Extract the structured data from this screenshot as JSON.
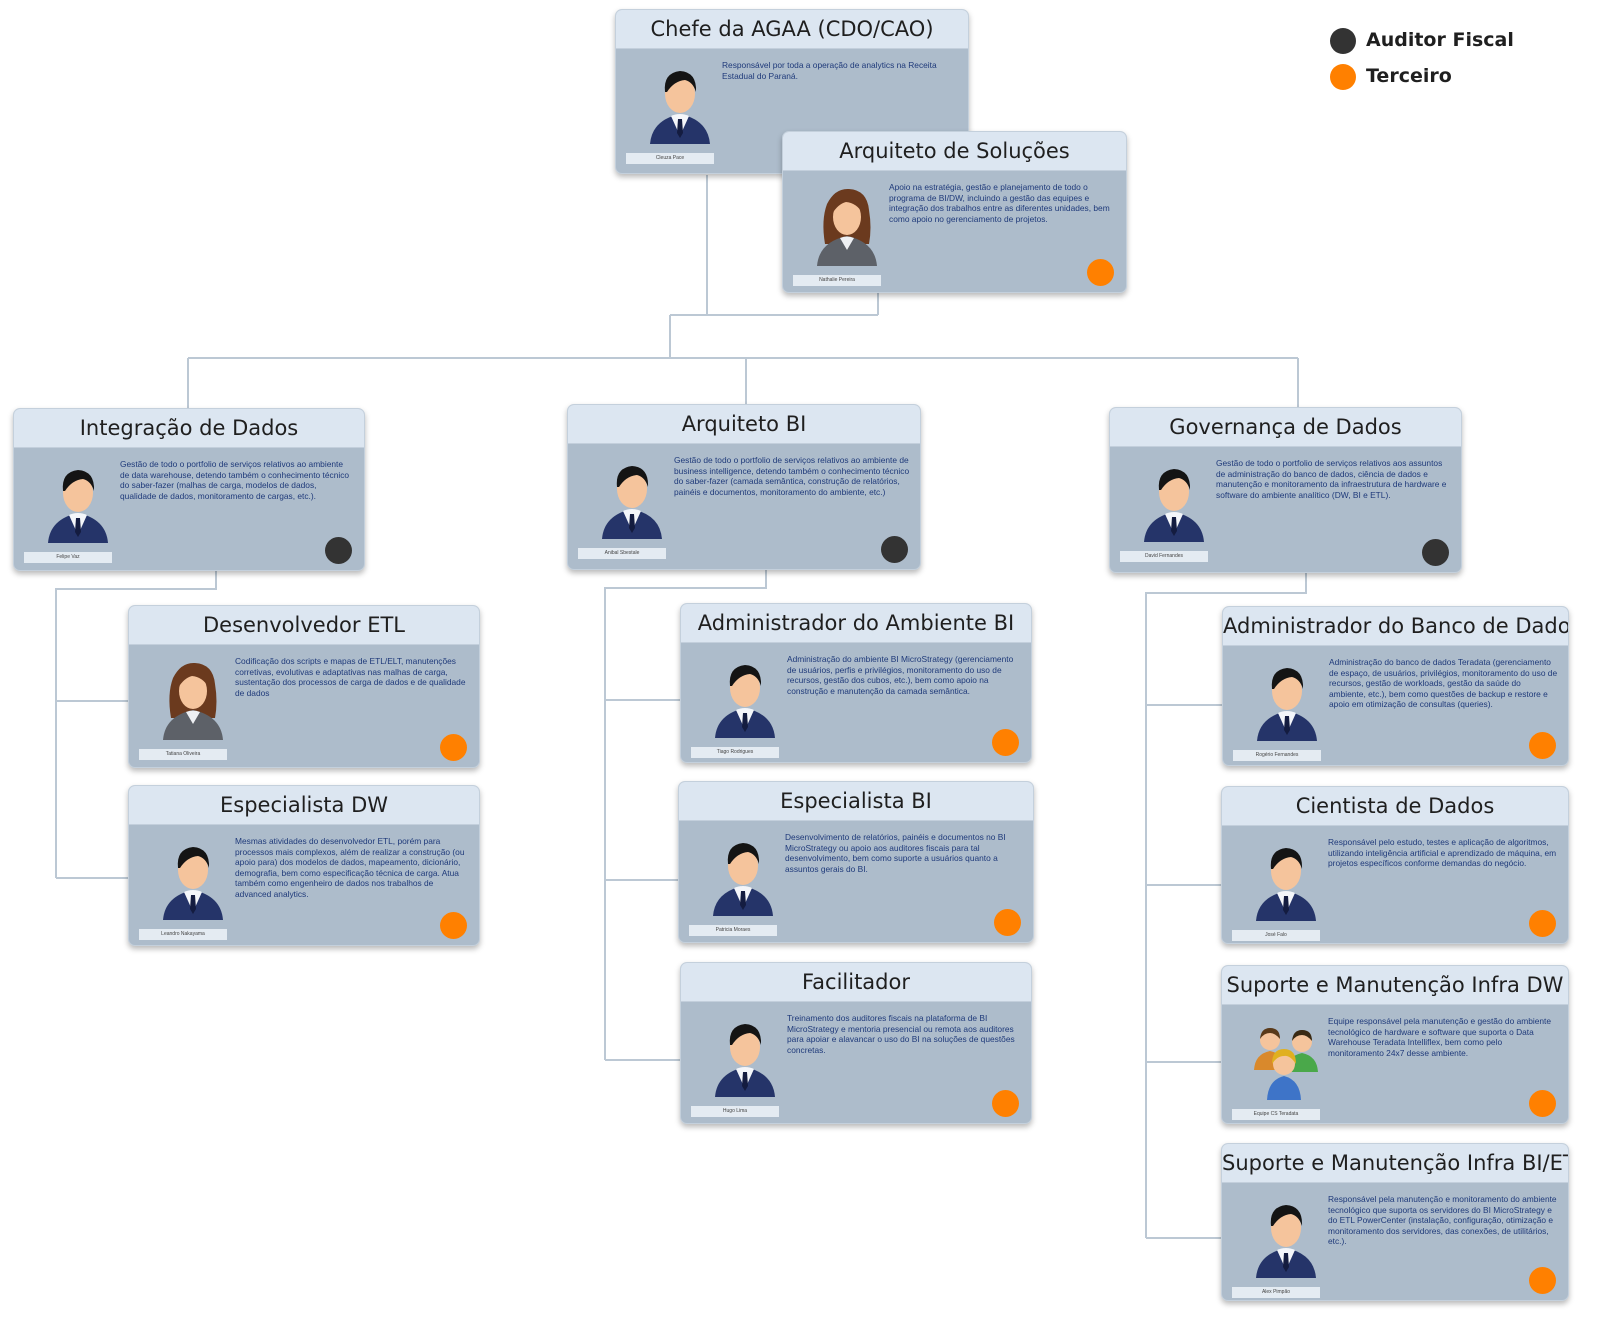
{
  "legend": {
    "items": [
      {
        "label": "Auditor Fiscal",
        "color": "#333333"
      },
      {
        "label": "Terceiro",
        "color": "#ff8000"
      }
    ]
  },
  "cards": {
    "chefe": {
      "title": "Chefe da AGAA (CDO/CAO)",
      "name": "Cleuza Pace",
      "desc": "Responsável por toda a operação de analytics na Receita Estadual do Paraná.",
      "type": "auditor",
      "avatar": "man-icon"
    },
    "arquiteto_solucoes": {
      "title": "Arquiteto de Soluções",
      "name": "Nathalie Pereira",
      "desc": "Apoio na estratégia, gestão e planejamento de todo o programa de BI/DW, incluindo a gestão das equipes e integração dos trabalhos entre as diferentes unidades, bem como apoio no gerenciamento de projetos.",
      "type": "terceiro",
      "avatar": "woman-icon"
    },
    "integracao": {
      "title": "Integração de Dados",
      "name": "Felipe Vaz",
      "desc": "Gestão de todo o portfolio de serviços relativos ao ambiente de data warehouse, detendo também o conhecimento técnico do saber-fazer (malhas de carga, modelos de dados, qualidade de dados, monitoramento de cargas, etc.).",
      "type": "auditor",
      "avatar": "man-icon"
    },
    "arquiteto_bi": {
      "title": "Arquiteto BI",
      "name": "Anibal Sbestale",
      "desc": "Gestão de todo o portfolio de serviços relativos ao ambiente de business intelligence, detendo também o conhecimento técnico do saber-fazer (camada semântica, construção de relatórios, painéis e documentos, monitoramento do ambiente, etc.)",
      "type": "auditor",
      "avatar": "man-icon"
    },
    "governanca": {
      "title": "Governança de Dados",
      "name": "David Fernandes",
      "desc": "Gestão de todo o portfolio de serviços relativos aos assuntos de administração do banco de dados, ciência de dados e manutenção e monitoramento da infraestrutura de hardware e software do ambiente analítico (DW, BI e ETL).",
      "type": "auditor",
      "avatar": "man-icon"
    },
    "dev_etl": {
      "title": "Desenvolvedor ETL",
      "name": "Tatiana Oliveira",
      "desc": "Codificação dos scripts e mapas de ETL/ELT, manutenções corretivas, evolutivas e adaptativas nas malhas de carga, sustentação dos processos de carga de dados e de qualidade de dados",
      "type": "terceiro",
      "avatar": "woman-icon"
    },
    "especialista_dw": {
      "title": "Especialista DW",
      "name": "Leandro Nakayama",
      "desc": "Mesmas atividades do desenvolvedor ETL, porém para processos mais complexos, além de realizar a construção (ou apoio para) dos modelos de dados, mapeamento, dicionário, demografia, bem como especificação técnica de carga. Atua também como engenheiro de dados nos trabalhos de advanced analytics.",
      "type": "terceiro",
      "avatar": "man-icon"
    },
    "admin_bi": {
      "title": "Administrador do Ambiente BI",
      "name": "Tiago Rodrigues",
      "desc": "Administração do ambiente BI MicroStrategy (gerenciamento de usuários, perfis e privilégios, monitoramento do uso de recursos, gestão dos cubos, etc.), bem como apoio na construção e manutenção da camada semântica.",
      "type": "terceiro",
      "avatar": "man-icon"
    },
    "especialista_bi": {
      "title": "Especialista BI",
      "name": "Patricia Moraes",
      "desc": "Desenvolvimento de relatórios, painéis e documentos no BI MicroStrategy ou apoio aos auditores fiscais para tal desenvolvimento, bem como suporte a usuários quanto a assuntos gerais do BI.",
      "type": "terceiro",
      "avatar": "man-icon"
    },
    "facilitador": {
      "title": "Facilitador",
      "name": "Hugo Lima",
      "desc": "Treinamento dos auditores fiscais na plataforma de BI MicroStrategy e mentoria presencial ou remota aos auditores para apoiar e alavancar o uso do BI na soluções de questões concretas.",
      "type": "terceiro",
      "avatar": "man-icon"
    },
    "admin_banco": {
      "title": "Administrador do Banco de Dados",
      "name": "Rogério Fernandes",
      "desc": "Administração do banco de dados Teradata (gerenciamento de espaço, de usuários, privilégios, monitoramento do uso de recursos, gestão de workloads, gestão da saúde do ambiente, etc.), bem como questões de backup e restore e apoio em otimização de consultas (queries).",
      "type": "terceiro",
      "avatar": "man-icon"
    },
    "cientista": {
      "title": "Cientista de Dados",
      "name": "José Falo",
      "desc": "Responsável pelo estudo, testes e aplicação de algoritmos, utilizando inteligência artificial e aprendizado de máquina, em projetos específicos conforme demandas do negócio.",
      "type": "terceiro",
      "avatar": "man-icon"
    },
    "suporte_dw": {
      "title": "Suporte e Manutenção Infra DW",
      "name": "Equipe CS Teradata",
      "desc": "Equipe responsável pela manutenção e gestão do ambiente tecnológico de hardware e software que suporta o Data Warehouse Teradata Intelliflex, bem como pelo monitoramento 24x7 desse ambiente.",
      "type": "terceiro",
      "avatar": "group-icon"
    },
    "suporte_bi_etl": {
      "title": "Suporte e Manutenção Infra BI/ETL",
      "name": "Alex Pimpão",
      "desc": "Responsável pela manutenção e monitoramento do ambiente tecnológico que suporta os servidores do BI MicroStrategy e do ETL PowerCenter (instalação, configuração, otimização e monitoramento dos servidores, das conexões, de utilitários, etc.).",
      "type": "terceiro",
      "avatar": "man-icon"
    }
  }
}
